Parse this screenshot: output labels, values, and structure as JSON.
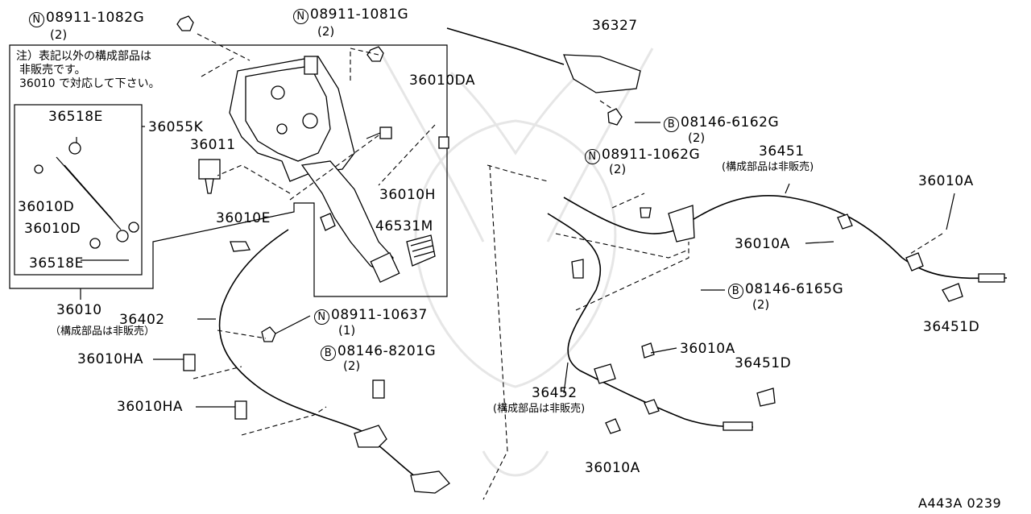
{
  "drawing_id": "A443A 0239",
  "note": {
    "line1": "注）表記以外の構成部品は",
    "line2": "非販売です。",
    "line3": "36010 で対応して下さい。"
  },
  "callouts": {
    "nut_08911_1082G": {
      "symbol": "N",
      "code": "08911-1082G",
      "qty": "(2)"
    },
    "nut_08911_1081G": {
      "symbol": "N",
      "code": "08911-1081G",
      "qty": "(2)"
    },
    "nut_08911_1062G": {
      "symbol": "N",
      "code": "08911-1062G",
      "qty": "(2)"
    },
    "nut_08911_10637": {
      "symbol": "N",
      "code": "08911-10637",
      "qty": "(1)"
    },
    "bolt_08146_6162G": {
      "symbol": "B",
      "code": "08146-6162G",
      "qty": "(2)"
    },
    "bolt_08146_6165G": {
      "symbol": "B",
      "code": "08146-6165G",
      "qty": "(2)"
    },
    "bolt_08146_8201G": {
      "symbol": "B",
      "code": "08146-8201G",
      "qty": "(2)"
    }
  },
  "parts": {
    "p36327": "36327",
    "p36010DA": "36010DA",
    "p36518E_top": "36518E",
    "p36055K": "36055K",
    "p36011": "36011",
    "p36010D_a": "36010D",
    "p36010D_b": "36010D",
    "p36518E_bottom": "36518E",
    "p36010H": "36010H",
    "p46531M": "46531M",
    "p36010E": "36010E",
    "p36010": "36010",
    "p36402": "36402",
    "p36010HA_a": "36010HA",
    "p36010HA_b": "36010HA",
    "p36451": "36451",
    "p36010A_a": "36010A",
    "p36010A_b": "36010A",
    "p36010A_c": "36010A",
    "p36010A_d": "36010A",
    "p36451D_a": "36451D",
    "p36451D_b": "36451D",
    "p36452": "36452"
  },
  "not_sold_label": "（構成部品は非販売）",
  "not_sold_label_short": "(構成部品は非販売)"
}
